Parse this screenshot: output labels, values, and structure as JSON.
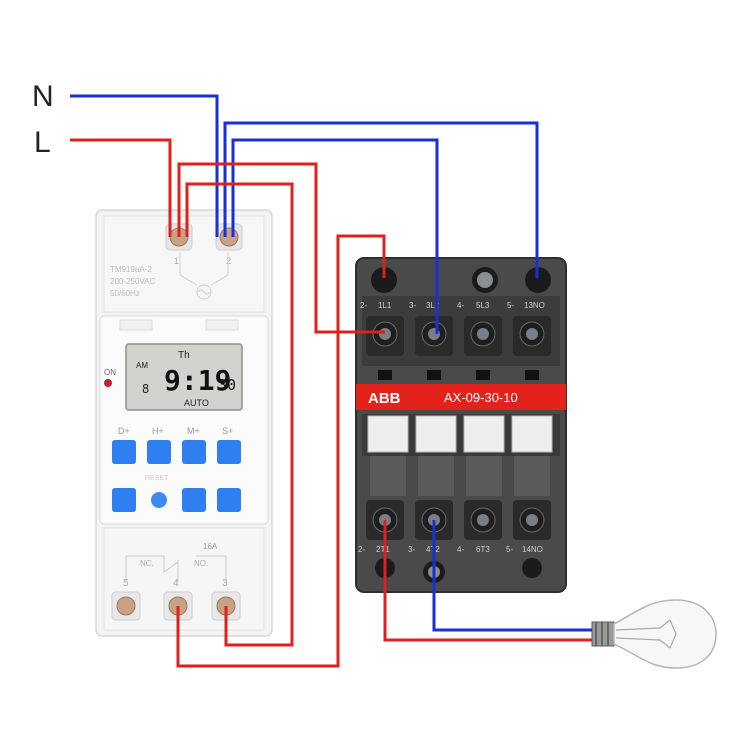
{
  "labels": {
    "neutral": "N",
    "live": "L"
  },
  "timer": {
    "model": "TM919aA-2",
    "voltage": "200-250VAC",
    "frequency": "50/60Hz",
    "terminal_1": "1",
    "terminal_2": "2",
    "on_label": "ON",
    "lcd_am": "AM",
    "lcd_day": "Th",
    "lcd_program": "8",
    "lcd_time": "9:19",
    "lcd_seconds": "30",
    "lcd_mode": "AUTO",
    "btn_d": "D+",
    "btn_h": "H+",
    "btn_m": "M+",
    "btn_s": "S+",
    "reset_label": "RESET",
    "rating": "16A",
    "nc_label": "NC.",
    "no_label": "NO.",
    "terminal_5": "5",
    "terminal_4": "4",
    "terminal_3": "3"
  },
  "contactor": {
    "brand": "ABB",
    "model": "AX-09-30-10",
    "top_terminals": [
      "1L1",
      "3L2",
      "5L3",
      "13NO"
    ],
    "top_numbers": [
      "2-",
      "3-",
      "4-",
      "5-"
    ],
    "bottom_terminals": [
      "2T1",
      "4T2",
      "6T3",
      "14NO"
    ],
    "bottom_numbers": [
      "2-",
      "3-",
      "4-",
      "5-"
    ]
  },
  "colors": {
    "neutral_wire": "#1a2fd6",
    "live_wire": "#e0201c",
    "contactor_body": "#4a4a4a",
    "abb_red": "#e3231b",
    "button_blue": "#2f7ff0",
    "timer_body": "#f2f2f2"
  }
}
